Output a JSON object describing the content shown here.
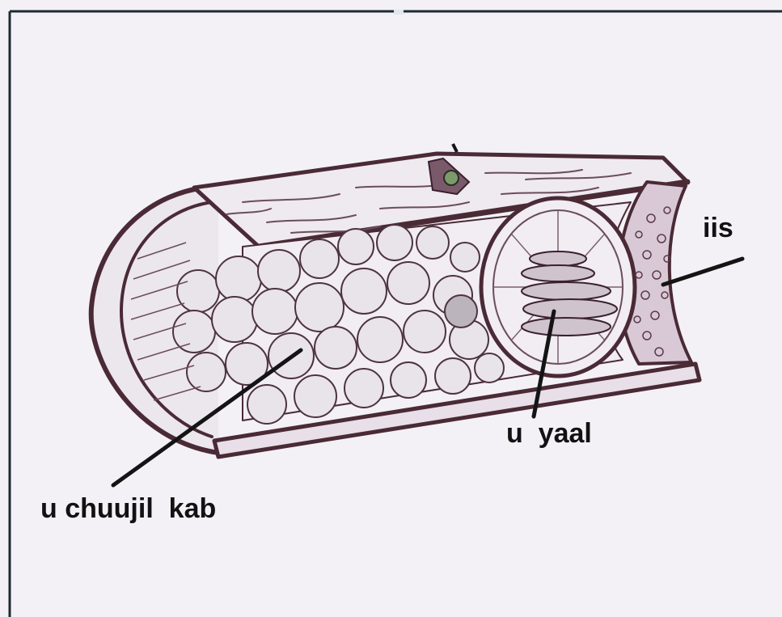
{
  "diagram": {
    "labels": {
      "chuujil_kab": "u chuujil  kab",
      "yaal": "u  yaal",
      "iis": "iis"
    },
    "colors": {
      "ink": "#4a2a35",
      "paper": "#f3f1f6",
      "pointer": "#141414"
    }
  }
}
